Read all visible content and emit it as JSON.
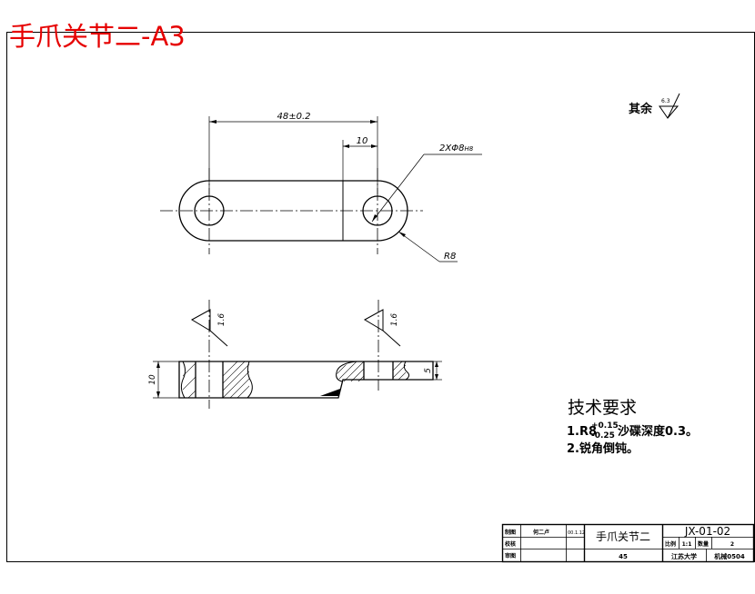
{
  "drawing": {
    "title": "手爪关节二-A3",
    "title_color": "#e60000",
    "line_color": "#000000"
  },
  "dimensions": {
    "length": "48±0.2",
    "hole_offset": "10",
    "holes": "2XΦ8",
    "holes_tolerance": "H8",
    "radius": "R8",
    "thickness": "10",
    "step_depth": "5"
  },
  "roughness": {
    "other_label": "其余",
    "other_value": "6.3",
    "left_value": "1.6",
    "right_value": "1.6"
  },
  "requirements": {
    "heading": "技术要求",
    "item1_prefix": "1.R8",
    "item1_tol_upper": "+0.15",
    "item1_tol_lower": "-0.25",
    "item1_suffix": "沙碟深度0.3。",
    "item2": "2.锐角倒钝。"
  },
  "title_block": {
    "role_draw": "制图",
    "role_check": "校核",
    "role_approve": "审图",
    "drafter": "何二卢",
    "date": "00.1.12",
    "part_name": "手爪关节二",
    "drawing_no": "JX-01-02",
    "scale_label": "比例",
    "scale_value": "1:1",
    "qty_label": "数量",
    "qty_value": "2",
    "material": "45",
    "school": "江苏大学",
    "class_name": "机械0504"
  }
}
